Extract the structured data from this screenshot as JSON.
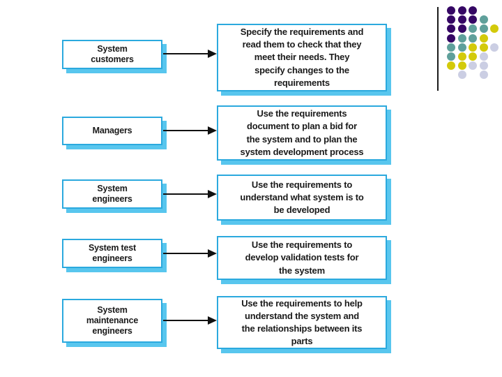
{
  "rows": [
    {
      "stakeholder": "System\ncustomers",
      "usage": "Specify the requirements and\nread them to check that they\nmeet their needs. They\nspecify changes to the\nrequirements"
    },
    {
      "stakeholder": "Managers",
      "usage": "Use the requirements\ndocument to plan a bid for\nthe system and to plan the\nsystem development process"
    },
    {
      "stakeholder": "System\nengineers",
      "usage": "Use the requirements to\nunderstand what system is to\nbe developed"
    },
    {
      "stakeholder": "System test\nengineers",
      "usage": "Use the requirements to\ndevelop validation tests for\nthe system"
    },
    {
      "stakeholder": "System\nmaintenance\nengineers",
      "usage": "Use the requirements to help\nunderstand the system and\nthe relationships between its\nparts"
    }
  ],
  "colors": {
    "box_border": "#2BA9DE",
    "box_shadow": "#58C6EE",
    "text": "#1A1A1A",
    "arrow": "#111111",
    "dot_purple": "#350764",
    "dot_teal": "#5FA09B",
    "dot_yellow": "#D3CA0A",
    "dot_lavender": "#CBCEE3"
  },
  "decoration": {
    "dot_grid": [
      "PPP",
      "PPPT",
      "PPTTY",
      "PTTY",
      "TTYYL",
      "TYYL",
      "YYLL",
      ".L.L"
    ],
    "color_key": {
      "P": "dot_purple",
      "T": "dot_teal",
      "Y": "dot_yellow",
      "L": "dot_lavender"
    }
  }
}
